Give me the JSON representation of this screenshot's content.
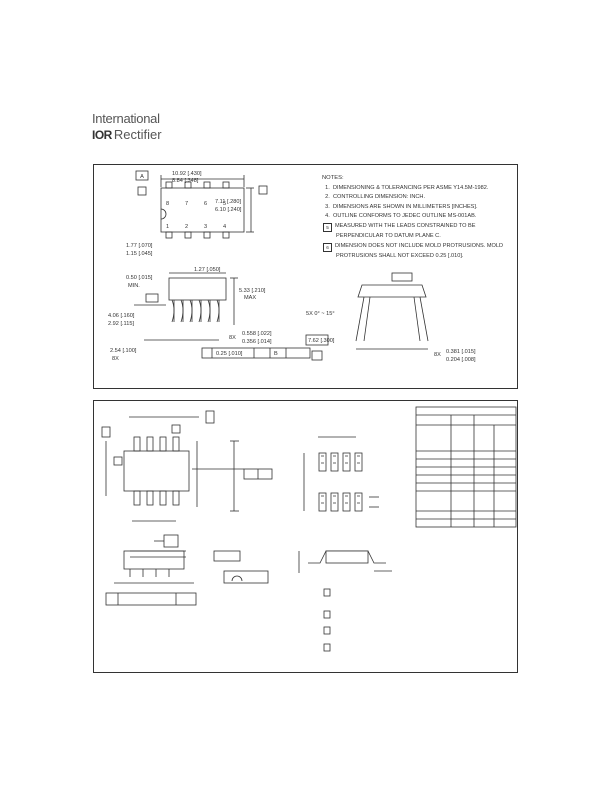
{
  "brand": {
    "line1": "International",
    "mark": "IOR",
    "name": "Rectifier"
  },
  "dip_drawing": {
    "datum_a": "A",
    "dims": {
      "body_width": "10.92 [.430]",
      "body_width_max": "8.84 [.348]",
      "body_height": "7.11 [.280]",
      "body_height_min": "6.10 [.240]",
      "pin_pitch_top": "1.77 [.070]",
      "pin_pitch_bottom": "1.15 [.045]",
      "lead_pitch": "1.27 [.050]",
      "seating_max": "0.50 [.015]",
      "seating_min": "MIN.",
      "height_max": "5.33 [.210]",
      "height_max_label": "MAX",
      "lead_length_top": "4.06 [.160]",
      "lead_length_bottom": "2.92 [.115]",
      "lead_count": "8X",
      "lead_thick_top": "0.558 [.022]",
      "lead_thick_bottom": "0.356 [.014]",
      "row_spacing": "2.54 [.100]",
      "row_spacing_label": "8X",
      "tolerance": "0.25 [.010]",
      "datum_b": "B",
      "angle": "5X 0° ~ 15°",
      "end_width": "7.62 [.300]",
      "lead_tip_top": "0.381 [.015]",
      "lead_tip_bottom": "0.204 [.008]",
      "lead_tip_label": "8X"
    },
    "pins_top": [
      "8",
      "7",
      "6",
      "5"
    ],
    "pins_bottom": [
      "1",
      "2",
      "3",
      "4"
    ],
    "notes": {
      "title": "NOTES:",
      "items": [
        {
          "num": "1.",
          "text": "DIMENSIONING & TOLERANCING PER ASME Y14.5M-1982.",
          "boxed": false
        },
        {
          "num": "2.",
          "text": "CONTROLLING DIMENSION: INCH.",
          "boxed": false
        },
        {
          "num": "3.",
          "text": "DIMENSIONS ARE SHOWN IN MILLIMETERS [INCHES].",
          "boxed": false
        },
        {
          "num": "4.",
          "text": "OUTLINE CONFORMS TO JEDEC OUTLINE MS-001AB.",
          "boxed": false
        },
        {
          "num": "5",
          "text": "MEASURED WITH THE LEADS CONSTRAINED TO BE",
          "cont": "PERPENDICULAR TO DATUM PLANE C.",
          "boxed": true
        },
        {
          "num": "6",
          "text": "DIMENSION DOES NOT INCLUDE MOLD PROTRUSIONS. MOLD",
          "cont": "PROTRUSIONS SHALL NOT EXCEED 0.25 [.010].",
          "boxed": true
        }
      ]
    }
  }
}
